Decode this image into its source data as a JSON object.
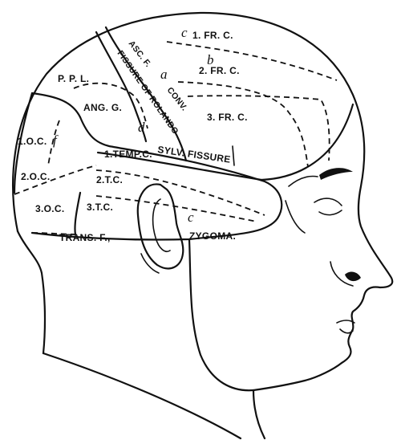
{
  "labels": {
    "fr1": "1. FR. C.",
    "fr2": "2. FR. C.",
    "fr3": "3. FR. C.",
    "asc": "ASC. F.",
    "conv": "CONV.",
    "rolando": "FISSURE OF ROLANDO",
    "ppl": "P. P. L.",
    "ang": "ANG. G.",
    "oc1": "1.O.C.",
    "oc2": "2.O.C.",
    "oc3": "3.O.C.",
    "temp1": "1.TEMP.C.",
    "tc2": "2.T.C.",
    "tc3": "3.T.C.",
    "sylv": "SYLV. FISSURE",
    "trans": "TRANS. F.,",
    "zygoma": "ZYGOMA."
  },
  "letters": {
    "a": "a",
    "b": "b",
    "c_top": "c",
    "d": "d",
    "f": "f",
    "c_ear": "c"
  }
}
